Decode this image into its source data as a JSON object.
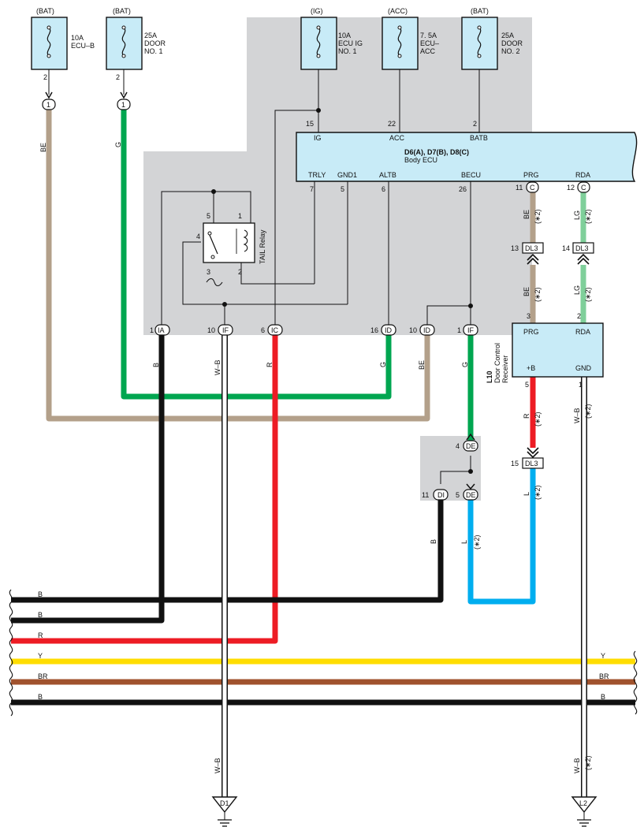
{
  "colors": {
    "shade": "#d3d4d6",
    "box_fill": "#c8ebf7",
    "wire_B": "#111111",
    "wire_BE": "#b3a08a",
    "wire_G": "#00a650",
    "wire_R": "#ed1c24",
    "wire_Y": "#ffdd00",
    "wire_BR": "#a0522d",
    "wire_L": "#00aeef",
    "wire_LG": "#7fcf9a",
    "wire_WB": "#ffffff"
  },
  "fuses": [
    {
      "source": "(BAT)",
      "lines": [
        "10A",
        "ECU–B"
      ],
      "pin": "2"
    },
    {
      "source": "(BAT)",
      "lines": [
        "25A",
        "DOOR",
        "NO. 1"
      ],
      "pin": "2"
    },
    {
      "source": "(IG)",
      "lines": [
        "10A",
        "ECU IG",
        "NO. 1"
      ],
      "pin": ""
    },
    {
      "source": "(ACC)",
      "lines": [
        "7. 5A",
        "ECU–",
        "ACC"
      ],
      "pin": ""
    },
    {
      "source": "(BAT)",
      "lines": [
        "25A",
        "DOOR",
        "NO. 2"
      ],
      "pin": ""
    }
  ],
  "fuse_connectors": [
    "1",
    "1"
  ],
  "ecu": {
    "title": "D6(A), D7(B), D8(C)",
    "subtitle": "Body ECU",
    "top_pins": [
      {
        "num": "15",
        "name": "IG"
      },
      {
        "num": "22",
        "name": "ACC"
      },
      {
        "num": "2",
        "name": "BATB"
      }
    ],
    "bottom_pins": [
      {
        "num": "7",
        "name": "TRLY"
      },
      {
        "num": "5",
        "name": "GND1"
      },
      {
        "num": "6",
        "name": "ALTB"
      },
      {
        "num": "26",
        "name": "BECU"
      },
      {
        "num": "",
        "name": "PRG"
      },
      {
        "num": "",
        "name": "RDA"
      }
    ],
    "c_connectors": [
      {
        "num": "11",
        "id": "C"
      },
      {
        "num": "12",
        "id": "C"
      }
    ]
  },
  "relay": {
    "label": "TAIL Relay",
    "pins": [
      "5",
      "1",
      "4",
      "2",
      "3"
    ]
  },
  "junctions": [
    {
      "num": "1",
      "id": "IA"
    },
    {
      "num": "10",
      "id": "IF"
    },
    {
      "num": "6",
      "id": "IC"
    },
    {
      "num": "16",
      "id": "ID"
    },
    {
      "num": "10",
      "id": "ID"
    },
    {
      "num": "1",
      "id": "IF"
    }
  ],
  "de_block": [
    {
      "num": "4",
      "id": "DE"
    },
    {
      "num": "11",
      "id": "DI"
    },
    {
      "num": "5",
      "id": "DE"
    }
  ],
  "dl3": [
    {
      "num": "13",
      "id": "DL3"
    },
    {
      "num": "14",
      "id": "DL3"
    },
    {
      "num": "15",
      "id": "DL3"
    }
  ],
  "receiver": {
    "code": "L10",
    "name_lines": [
      "Door Control",
      "Receiver"
    ],
    "pins": [
      {
        "num": "3",
        "name": "PRG"
      },
      {
        "num": "2",
        "name": "RDA"
      },
      {
        "num": "5",
        "name": "+B"
      },
      {
        "num": "1",
        "name": "GND"
      }
    ]
  },
  "wire_labels": {
    "be": "BE",
    "g": "G",
    "b": "B",
    "wb": "W–B",
    "r": "R",
    "lg": "LG",
    "l": "L",
    "note": "(∗2)"
  },
  "buses": [
    {
      "label": "B",
      "right_label": ""
    },
    {
      "label": "B",
      "right_label": ""
    },
    {
      "label": "R",
      "right_label": ""
    },
    {
      "label": "Y",
      "right_label": "Y"
    },
    {
      "label": "BR",
      "right_label": "BR"
    },
    {
      "label": "B",
      "right_label": "B"
    }
  ],
  "grounds": [
    "D1",
    "L2"
  ]
}
